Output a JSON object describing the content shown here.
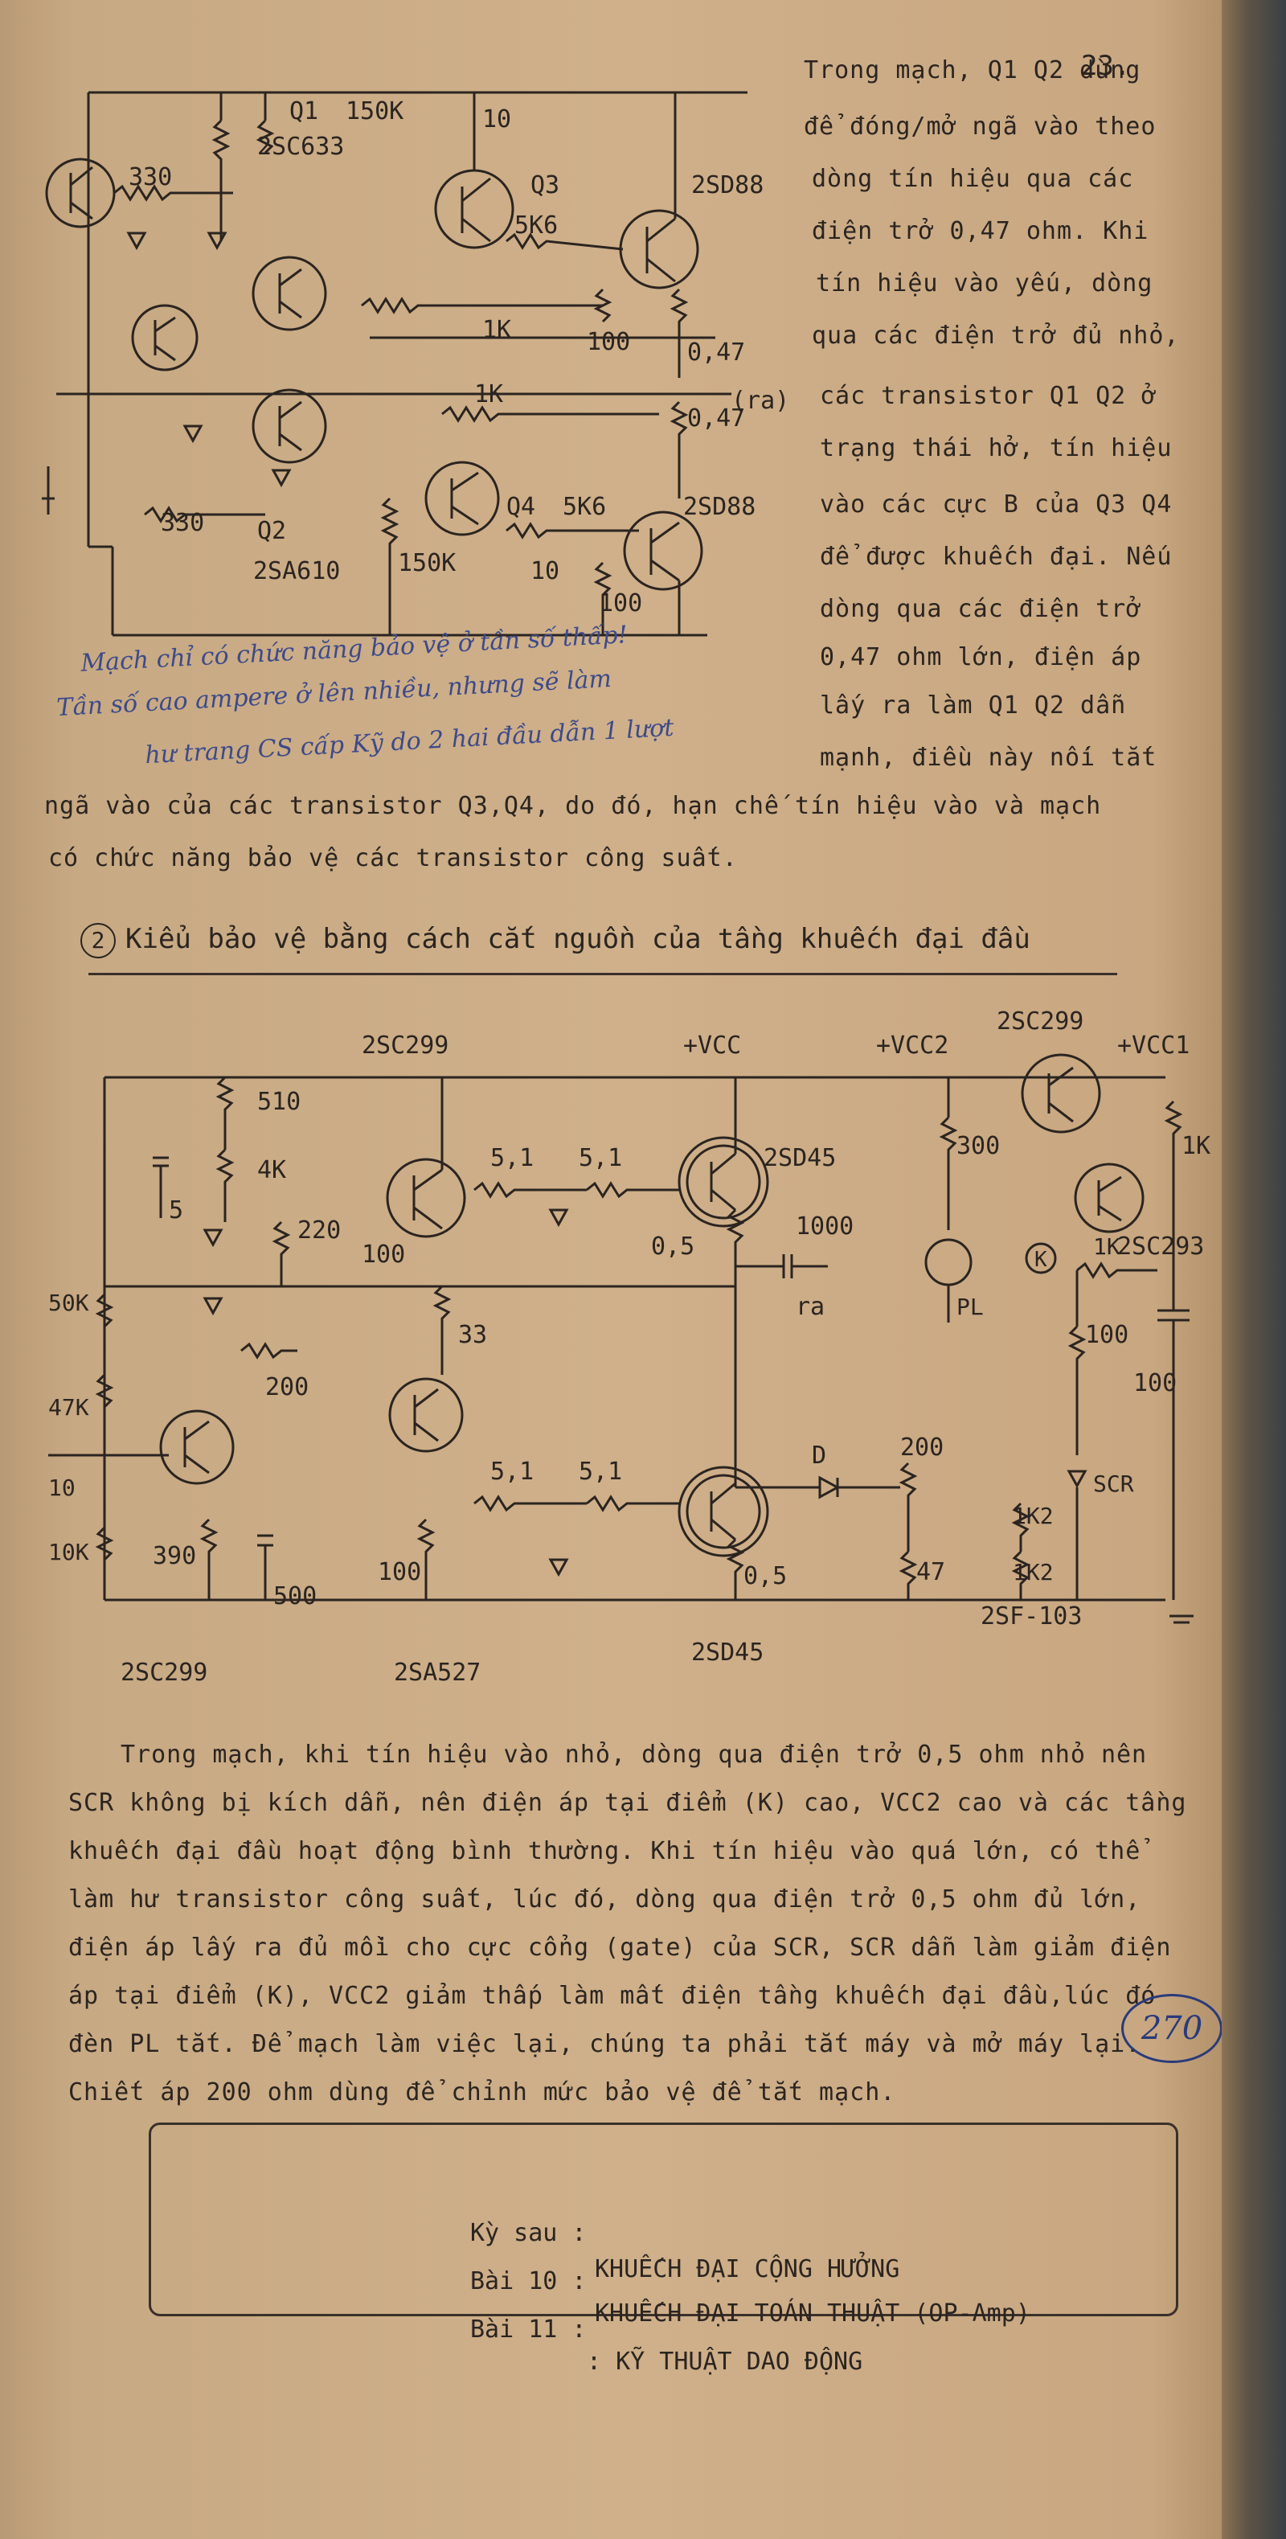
{
  "page_number": "23.",
  "side_text": [
    "Trong mạch, Q1 Q2 dùng",
    "để đóng/mở ngã vào theo",
    "dòng tín hiệu qua các",
    "điện trở 0,47 ohm. Khi",
    "tín hiệu vào yếu, dòng",
    "qua các điện trở đủ nhỏ,",
    "các transistor Q1 Q2 ở",
    "trạng thái hở, tín hiệu",
    "vào các cực B của Q3 Q4",
    "để được khuếch đại. Nếu",
    "dòng qua các điện trở",
    "0,47 ohm lớn, điện áp",
    "lấy ra làm Q1 Q2 dẫn",
    "mạnh, điều này nối tắt"
  ],
  "cont_text": [
    "ngã vào của các transistor Q3,Q4, do đó, hạn chế tín hiệu vào và mạch",
    "có chức năng bảo vệ các transistor công suất."
  ],
  "handwritten": [
    "Mạch chỉ có chức năng bảo vệ ở tần số thấp!",
    "Tần số cao ampere ở lên nhiều, nhưng sẽ làm",
    "hư trang CS cấp Kỹ do 2 hai đầu dẫn 1 lượt"
  ],
  "section_num": "2",
  "section_title": "Kiểu bảo vệ bằng cách cắt nguồn của tầng khuếch đại đầu",
  "circuit1_labels": {
    "q1": "Q1",
    "q1type": "2SC633",
    "r150k_top": "150K",
    "r10_top": "10",
    "r330_top": "330",
    "q3": "Q3",
    "r5k6_top": "5K6",
    "q3type": "2SD88",
    "r1k_a": "1K",
    "r100_a": "100",
    "r047_a": "0,47",
    "r1k_b": "1K",
    "ra": "(ra)",
    "r047_b": "0,47",
    "r330_bot": "330",
    "q2": "Q2",
    "q4": "Q4",
    "r5k6_bot": "5K6",
    "q4type": "2SD88",
    "q2type": "2SA610",
    "r150k_bot": "150K",
    "r10_bot": "10",
    "r100_bot": "100"
  },
  "circuit2_labels": {
    "t_2sc299_top": "2SC299",
    "vcc": "+VCC",
    "vcc2": "+VCC2",
    "t_2sc299_r": "2SC299",
    "vcc1": "+VCC1",
    "r510": "510",
    "r4k": "4K",
    "c5": "5",
    "r220": "220",
    "r100a": "100",
    "r51a": "5,1",
    "r51b": "5,1",
    "t_2sd45_top": "2SD45",
    "r05a": "0,5",
    "c1000": "1000",
    "ra": "ra",
    "r300": "300",
    "pl": "PL",
    "r1k_r": "1K",
    "t_2sc293": "2SC293",
    "k": "K",
    "r1k_k": "1K",
    "r100_r": "100",
    "c100": "100",
    "r50k": "50K",
    "r33": "33",
    "r200a": "200",
    "r47k": "47K",
    "c10": "10",
    "r10k": "10K",
    "r390": "390",
    "c500": "500",
    "r100b": "100",
    "r51c": "5,1",
    "r51d": "5,1",
    "d": "D",
    "r200b": "200",
    "r47": "47",
    "r1k2a": "1K2",
    "r1k2b": "1K2",
    "scr": "SCR",
    "r05b": "0,5",
    "t_2sc299_bot": "2SC299",
    "t_2sa527": "2SA527",
    "t_2sd45_bot": "2SD45",
    "t_2sf103": "2SF-103"
  },
  "para2": [
    "Trong mạch, khi tín hiệu vào nhỏ, dòng qua điện trở 0,5 ohm nhỏ nên",
    "SCR không bị kích dẫn, nên điện áp tại điểm (K) cao, VCC2 cao và các tầng",
    "khuếch đại đầu hoạt động bình thường. Khi tín hiệu vào quá lớn, có thể",
    "làm hư transistor công suất, lúc đó, dòng qua điện trở 0,5 ohm đủ lớn,",
    "điện áp lấy ra đủ mồi cho cực cổng (gate) của SCR, SCR dẫn làm giảm điện",
    "áp tại điểm (K), VCC2 giảm thấp làm mất điện tầng khuếch đại đầu,lúc đó",
    "đèn PL tắt. Để mạch làm việc lại, chúng ta phải tắt máy và mở máy lại.",
    "Chiết áp 200 ohm dùng để chỉnh mức bảo vệ để tắt mạch."
  ],
  "circled_number": "270",
  "next": {
    "ky_sau": "Kỳ sau :",
    "bai10_label": "Bài 10 :",
    "bai10": "KHUẾCH ĐẠI CỘNG HƯỞNG",
    "bai11_label": "Bài 11 :",
    "bai11": "KHUẾCH ĐẠI TOÁN THUẬT (OP-Amp)",
    "bai12": ": KỸ THUẬT DAO ĐỘNG"
  }
}
